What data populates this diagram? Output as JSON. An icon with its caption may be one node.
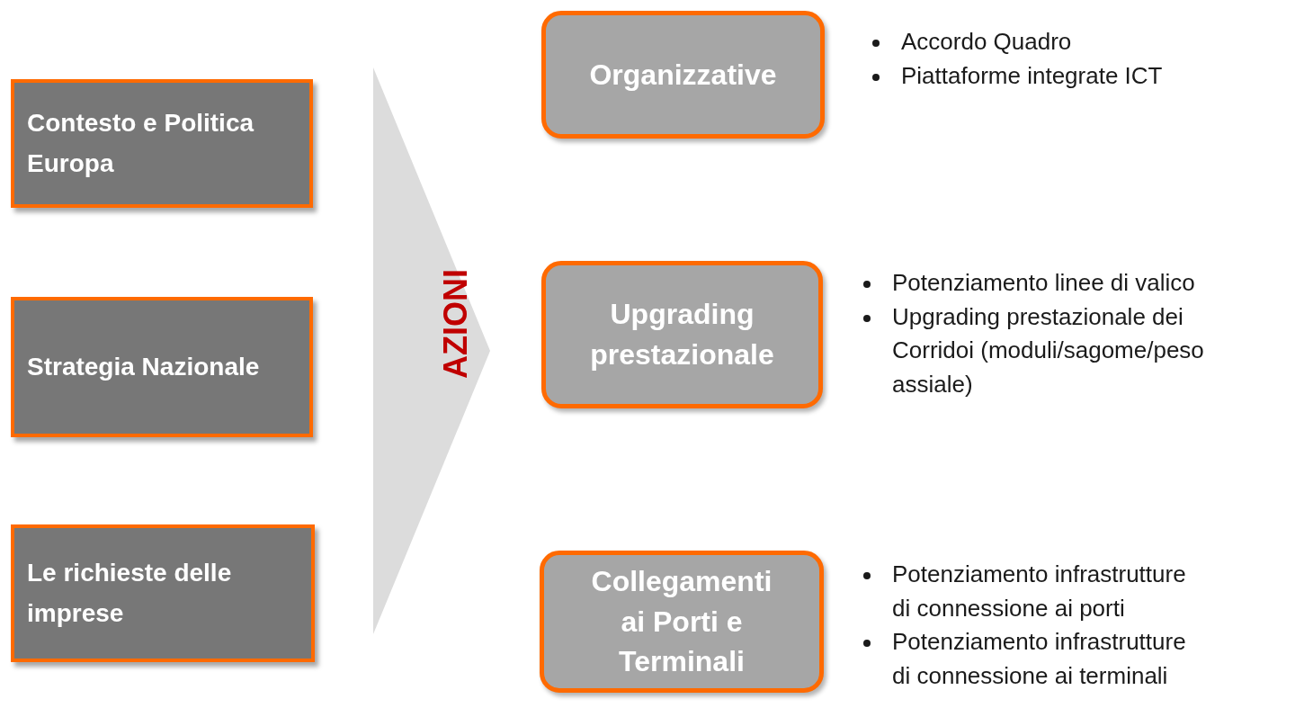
{
  "diagram": {
    "nodes": [
      {
        "text": [
          "Contesto e Politica Europa"
        ]
      },
      {
        "text": [
          "Strategia Nazionale"
        ]
      },
      {
        "text": [
          "Le richieste delle imprese"
        ]
      },
      {
        "text": [
          "AZIONI"
        ]
      },
      {
        "text": [
          "Organizzative"
        ],
        "beside": [
          "Accordo Quadro",
          "Piattaforme integrate ICT"
        ]
      },
      {
        "text": [
          "Upgrading prestazionale"
        ],
        "beside": [
          "Potenziamento linee di valico",
          "Upgrading prestazionale dei Corridoi (moduli/sagome/peso assiale)"
        ]
      },
      {
        "text": [
          "Collegamenti ai Porti e Terminali"
        ],
        "beside": [
          "Potenziamento infrastrutture di connessione ai porti",
          "Potenziamento infrastrutture di connessione ai terminali"
        ]
      }
    ],
    "edges": []
  }
}
